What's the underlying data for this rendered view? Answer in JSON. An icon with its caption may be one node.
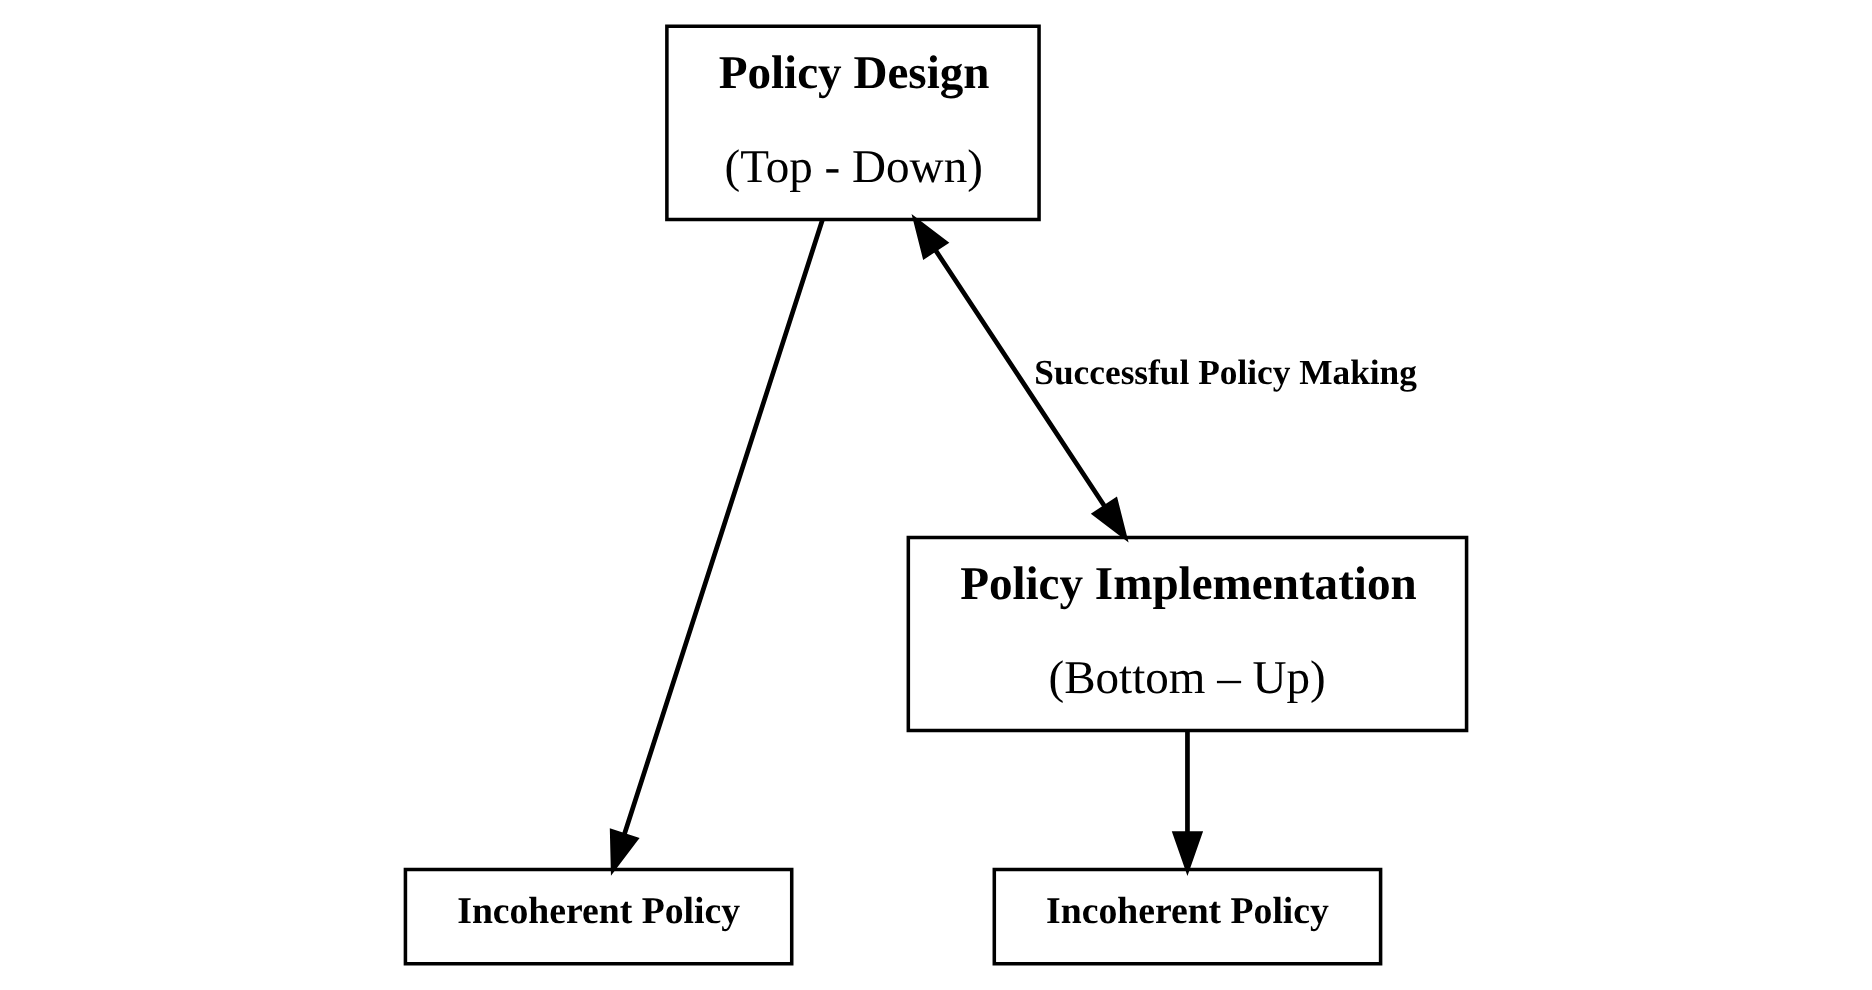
{
  "diagram": {
    "nodes": [
      {
        "text": [
          "Policy Design",
          "(Top - Down)"
        ]
      },
      {
        "text": [
          "Incoherent Policy"
        ]
      },
      {
        "text": [
          "Incoherent Policy"
        ]
      },
      {
        "text": [
          "Policy Implementation",
          "(Bottom – Up)"
        ]
      }
    ],
    "edges": [
      {
        "from": 0,
        "to": 1,
        "arrow": "to"
      },
      {
        "from": 3,
        "to": 2,
        "arrow": "to"
      },
      {
        "from": 0,
        "to": 3,
        "arrow": "both",
        "label": "Successful Policy Making"
      }
    ]
  }
}
